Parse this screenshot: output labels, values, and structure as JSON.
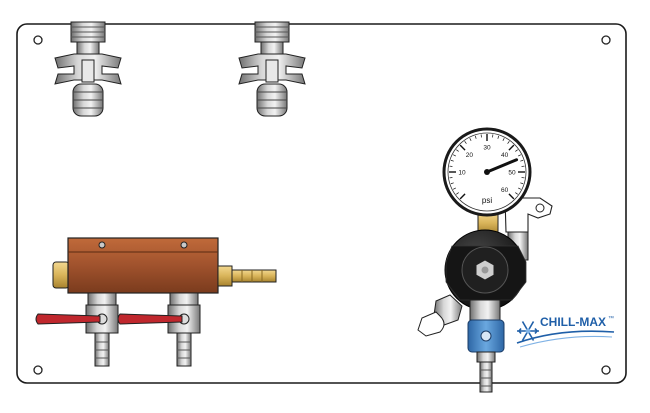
{
  "gauge": {
    "unit": "psi",
    "scale_labels": [
      "10",
      "20",
      "30",
      "40",
      "50",
      "60"
    ],
    "needle_value": 45
  },
  "logo": {
    "brand_text": "CHILL-MAX",
    "trademark": "™"
  },
  "colors": {
    "panel": "#ffffff",
    "outline": "#1a1a1a",
    "manifold_copper": "#a0522d",
    "brass_fitting": "#d9b45a",
    "valve_handle_red": "#c0272d",
    "regulator_black": "#1b1b1b",
    "shutoff_blue": "#3a7fc4",
    "logo_blue": "#1f5fa8"
  },
  "icons": [
    "tap-coupler-icon",
    "pressure-gauge-icon",
    "regulator-icon",
    "snowflake-logo-icon",
    "shutoff-valve-icon"
  ]
}
